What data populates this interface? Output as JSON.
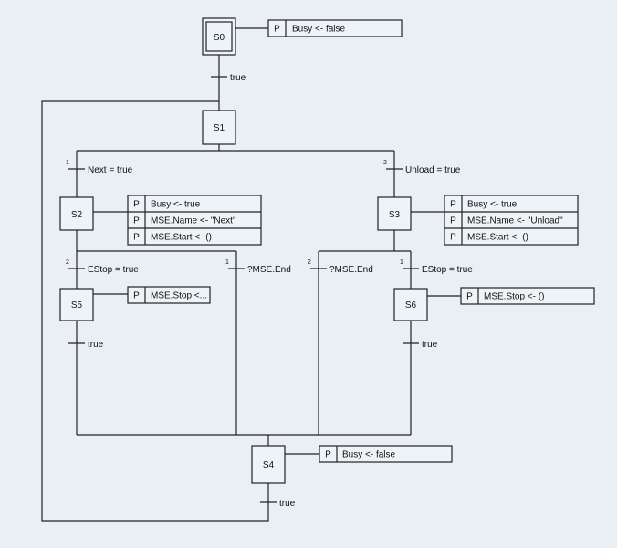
{
  "steps": {
    "s0": "S0",
    "s1": "S1",
    "s2": "S2",
    "s3": "S3",
    "s4": "S4",
    "s5": "S5",
    "s6": "S6"
  },
  "transitions": {
    "t0": "true",
    "t_next_priority": "1",
    "t_next": "Next = true",
    "t_unload_priority": "2",
    "t_unload": "Unload = true",
    "t_s2_estop_priority": "2",
    "t_s2_estop": "EStop = true",
    "t_s2_end_priority": "1",
    "t_s2_end": "?MSE.End",
    "t_s3_end_priority": "2",
    "t_s3_end": "?MSE.End",
    "t_s3_estop_priority": "1",
    "t_s3_estop": "EStop = true",
    "t_s5": "true",
    "t_s6": "true",
    "t_s4": "true"
  },
  "actions": {
    "s0": [
      {
        "q": "P",
        "text": "Busy <- false"
      }
    ],
    "s2": [
      {
        "q": "P",
        "text": "Busy <- true"
      },
      {
        "q": "P",
        "text": "MSE.Name <- \"Next\""
      },
      {
        "q": "P",
        "text": "MSE.Start <- ()"
      }
    ],
    "s3": [
      {
        "q": "P",
        "text": "Busy <- true"
      },
      {
        "q": "P",
        "text": "MSE.Name <- \"Unload\""
      },
      {
        "q": "P",
        "text": "MSE.Start <- ()"
      }
    ],
    "s5": [
      {
        "q": "P",
        "text": "MSE.Stop <..."
      }
    ],
    "s6": [
      {
        "q": "P",
        "text": "MSE.Stop <- ()"
      }
    ],
    "s4": [
      {
        "q": "P",
        "text": "Busy <- false"
      }
    ]
  }
}
